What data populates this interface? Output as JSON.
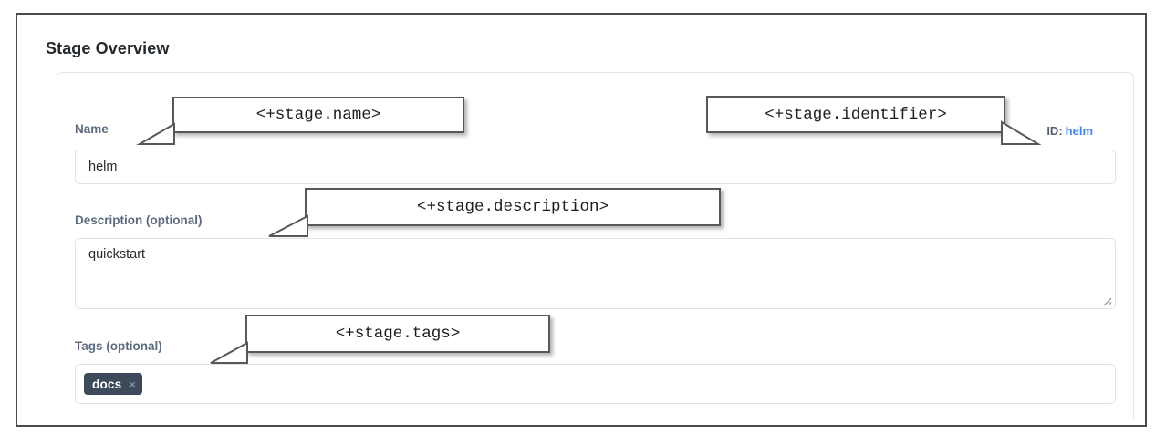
{
  "panel": {
    "heading": "Stage Overview"
  },
  "form": {
    "name": {
      "label": "Name",
      "value": "helm",
      "placeholder": ""
    },
    "identifier": {
      "prefix": "ID:",
      "value": "helm"
    },
    "description": {
      "label": "Description (optional)",
      "value": "quickstart",
      "placeholder": ""
    },
    "tags": {
      "label": "Tags (optional)",
      "chips": [
        {
          "label": "docs",
          "close_icon": "×"
        }
      ]
    }
  },
  "annotations": [
    {
      "id": "stage-name",
      "text": "<+stage.name>"
    },
    {
      "id": "stage-identifier",
      "text": "<+stage.identifier>"
    },
    {
      "id": "stage-description",
      "text": "<+stage.description>"
    },
    {
      "id": "stage-tags",
      "text": "<+stage.tags>"
    }
  ],
  "colors": {
    "label": "#5c6b80",
    "heading": "#24292e",
    "id_link": "#4285f4",
    "tag_chip_bg": "#3d4a5c",
    "callout_border": "#585858",
    "frame_border": "#4a4a4a"
  }
}
